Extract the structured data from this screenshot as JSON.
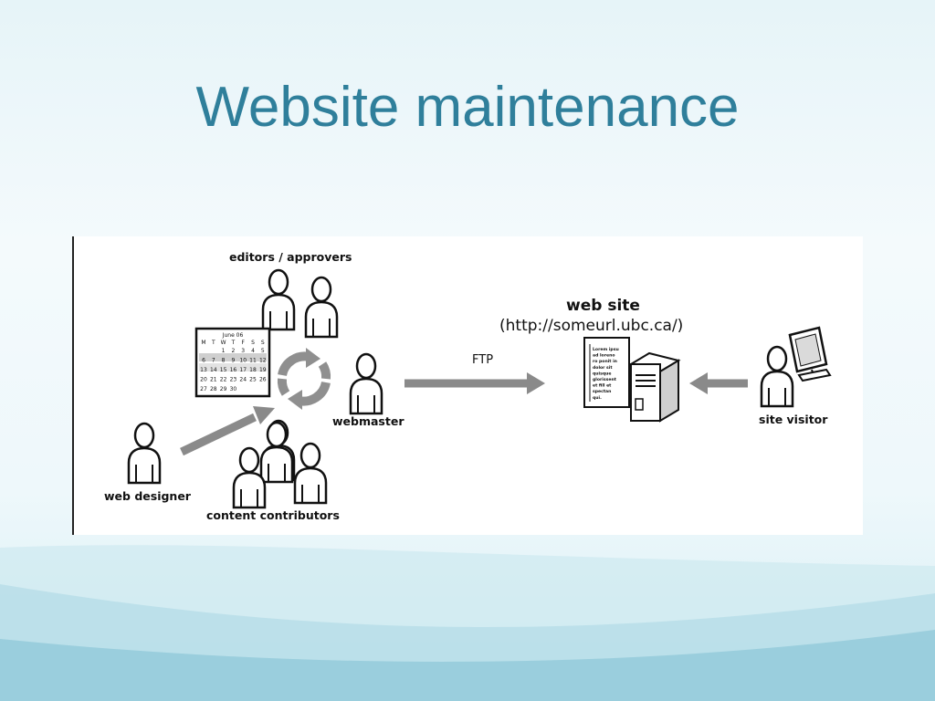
{
  "slide": {
    "title": "Website maintenance",
    "colors": {
      "title": "#2f7f9b",
      "arrow": "#8a8a8a",
      "background_wave": "#7fc0d2"
    }
  },
  "diagram": {
    "labels": {
      "editors": "editors / approvers",
      "webmaster": "webmaster",
      "web_designer": "web designer",
      "content_contributors": "content contributors",
      "ftp": "FTP",
      "web_site": "web site",
      "url": "(http://someurl.ubc.ca/)",
      "site_visitor": "site visitor"
    },
    "calendar": {
      "month": "June 06",
      "days": [
        "M",
        "T",
        "W",
        "T",
        "F",
        "S",
        "S"
      ],
      "rows": [
        [
          "",
          "",
          "1",
          "2",
          "3",
          "4",
          "5"
        ],
        [
          "6",
          "7",
          "8",
          "9",
          "10",
          "11",
          "12"
        ],
        [
          "13",
          "14",
          "15",
          "16",
          "17",
          "18",
          "19"
        ],
        [
          "20",
          "21",
          "22",
          "23",
          "24",
          "25",
          "26"
        ],
        [
          "27",
          "28",
          "29",
          "30",
          "",
          "",
          ""
        ]
      ]
    },
    "page_text": [
      "Lorem ipsu",
      "ad loreno",
      "ro ponit in",
      "dolor sit",
      "quisque",
      "glorissent",
      "et fill et",
      "spectan",
      "qui."
    ],
    "icons": [
      "person-icon",
      "calendar-icon",
      "refresh-cycle-icon",
      "document-icon",
      "server-icon",
      "monitor-icon",
      "arrow-icon"
    ]
  }
}
